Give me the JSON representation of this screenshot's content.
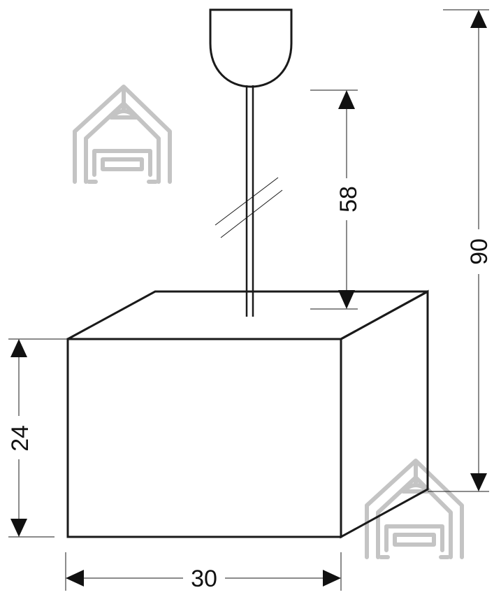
{
  "dimensions": {
    "total_height": "90",
    "cable_length": "58",
    "shade_height": "24",
    "shade_width": "30"
  },
  "colors": {
    "line": "#1a1a1a",
    "watermark": "#c4c4c4",
    "background": "#ffffff"
  },
  "icons": {
    "watermark": "house-with-sofa-and-lamp-icon"
  }
}
